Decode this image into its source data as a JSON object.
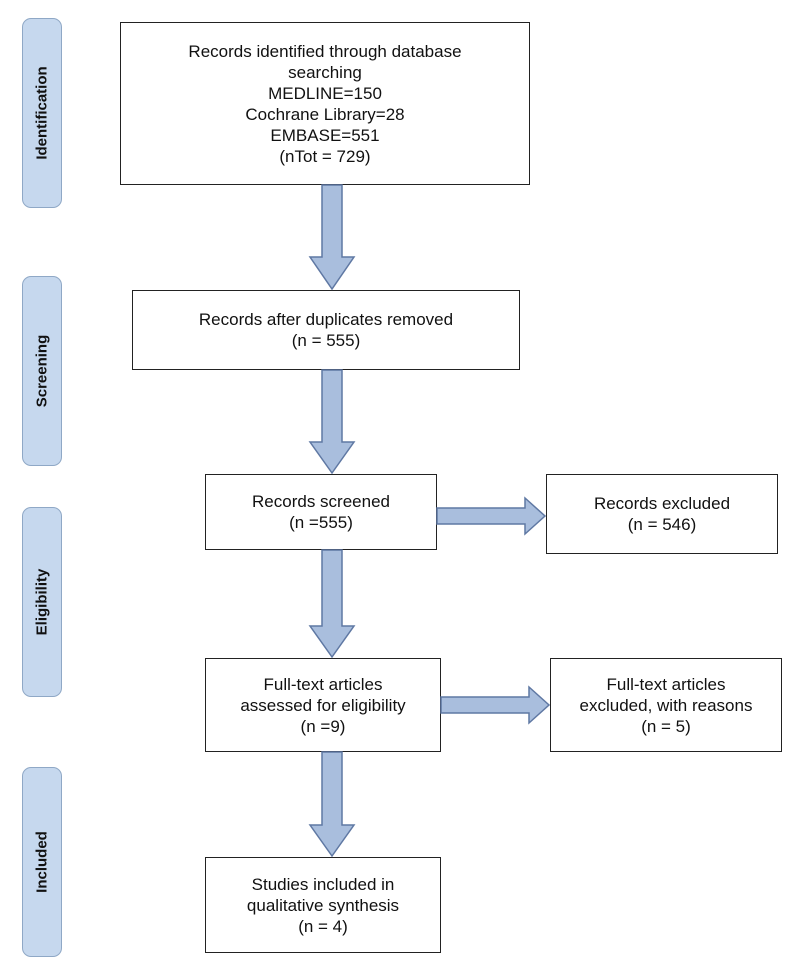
{
  "phases": {
    "identification": "Identification",
    "screening": "Screening",
    "eligibility": "Eligibility",
    "included": "Included"
  },
  "boxes": {
    "identified": {
      "lines": [
        "Records identified through database",
        "searching",
        "MEDLINE=150",
        "Cochrane Library=28",
        "EMBASE=551",
        "(nTot = 729)"
      ]
    },
    "after_duplicates": {
      "lines": [
        "Records after duplicates removed",
        "(n = 555)"
      ]
    },
    "screened": {
      "lines": [
        "Records screened",
        "(n =555)"
      ]
    },
    "excluded": {
      "lines": [
        "Records excluded",
        "(n = 546)"
      ]
    },
    "full_text": {
      "lines": [
        "Full-text articles",
        "assessed for eligibility",
        "(n =9)"
      ]
    },
    "full_text_excluded": {
      "lines": [
        "Full-text articles",
        "excluded, with reasons",
        "(n = 5)"
      ]
    },
    "included": {
      "lines": [
        "Studies included in",
        "qualitative synthesis",
        "(n = 4)"
      ]
    }
  },
  "colors": {
    "arrow_fill": "#a9bedd",
    "arrow_stroke": "#5f78a3",
    "phase_fill": "#c6d8ee",
    "phase_border": "#8fa8c6",
    "box_border": "#222222"
  }
}
